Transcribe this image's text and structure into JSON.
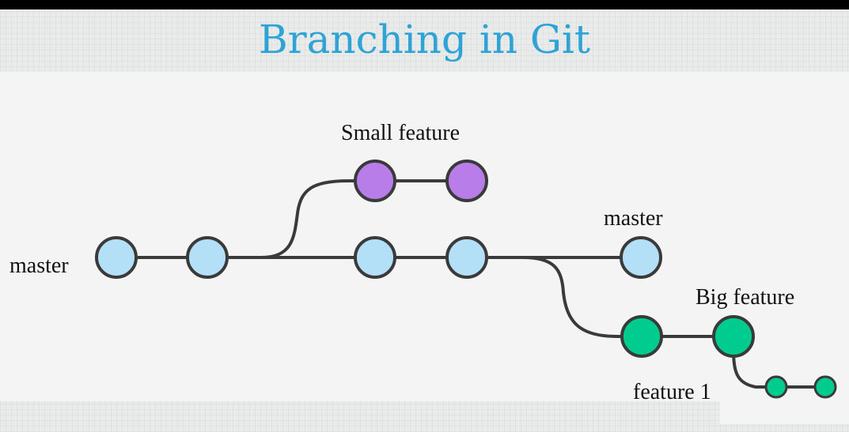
{
  "title": "Branching in Git",
  "labels": {
    "master_left": "master",
    "master_right": "master",
    "small_feature": "Small feature",
    "big_feature": "Big feature",
    "feature_1": "feature 1"
  },
  "colors": {
    "title": "#2da3d6",
    "master_node": "#b3e0f7",
    "small_feature_node": "#b87de8",
    "big_feature_node": "#00cc8f",
    "feature_1_node": "#00cc8f",
    "edge": "#3a3a3a"
  },
  "branches": [
    {
      "name": "master",
      "commits": 5
    },
    {
      "name": "Small feature",
      "commits": 2,
      "branches_from": "master"
    },
    {
      "name": "Big feature",
      "commits": 2,
      "branches_from": "master"
    },
    {
      "name": "feature 1",
      "commits": 2,
      "branches_from": "Big feature"
    }
  ]
}
